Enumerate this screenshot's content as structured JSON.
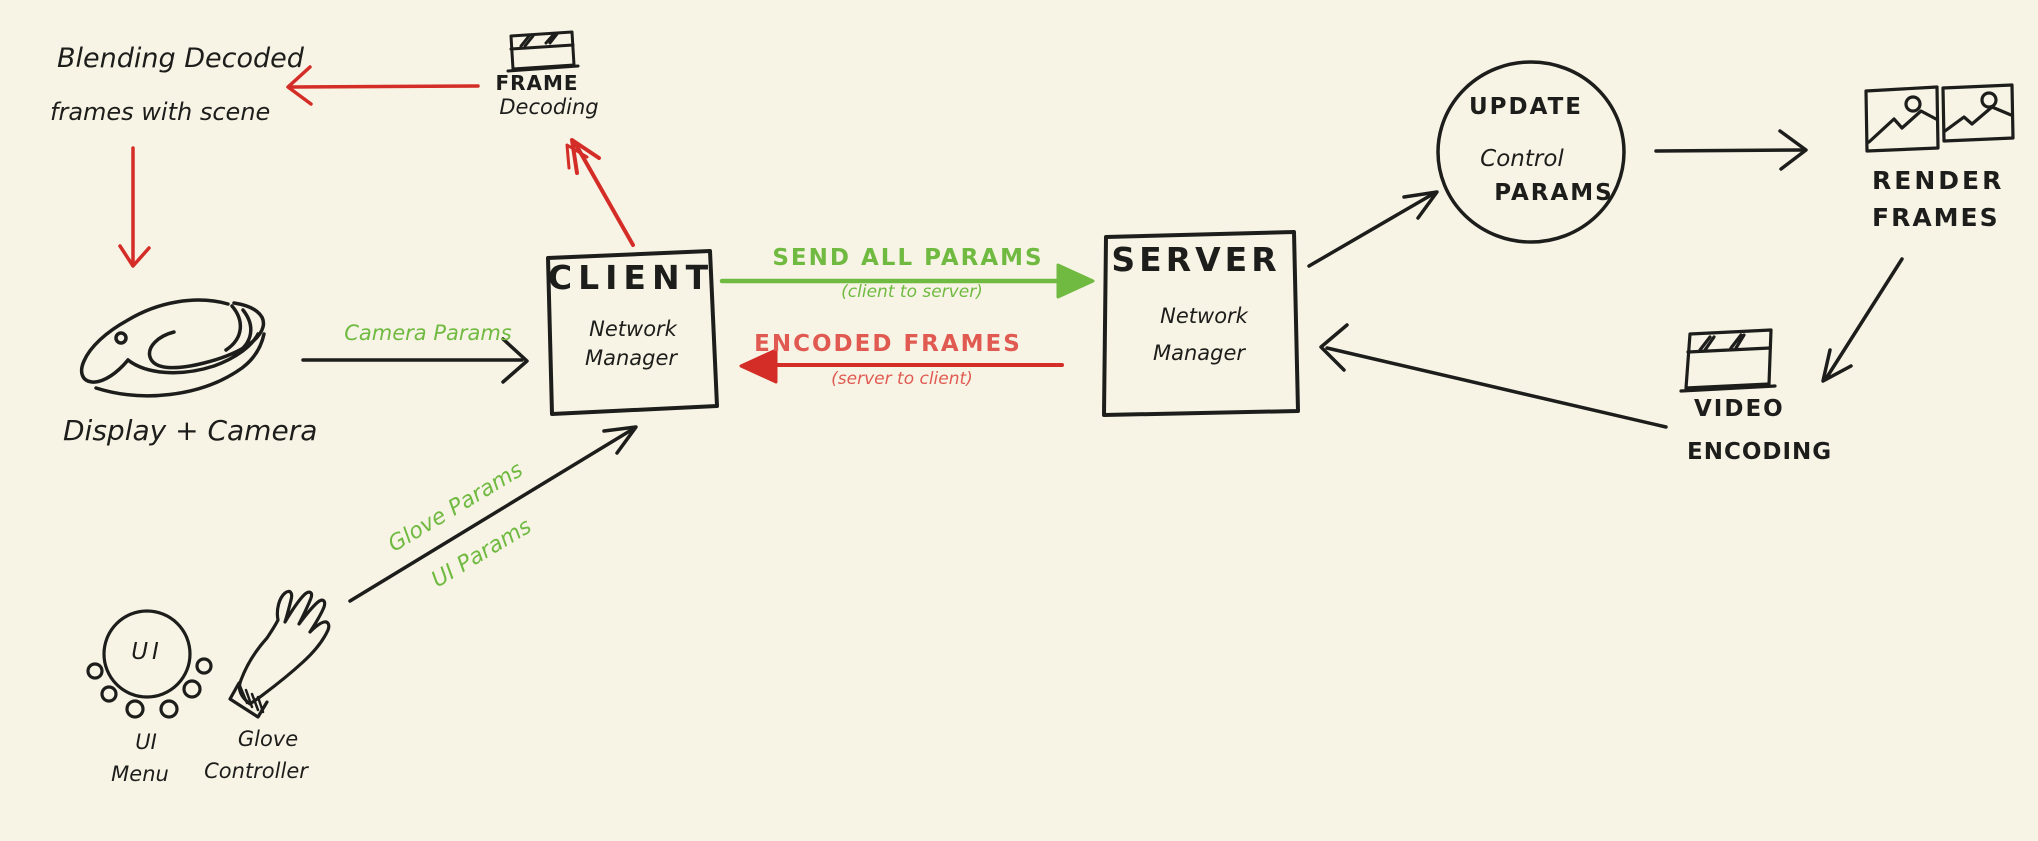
{
  "canvas": {
    "background": "#f7f4e5",
    "ink": "#1d1d1b",
    "red": "#d42d27",
    "red_text": "#e05a52",
    "green": "#70ba41"
  },
  "nodes": {
    "blending": {
      "line1": "Blending Decoded",
      "line2": "frames with scene"
    },
    "frame_decoding": {
      "icon": "clapperboard-icon",
      "line1": "FRAME",
      "line2": "Decoding"
    },
    "display_camera": {
      "icon": "vr-headset-icon",
      "label": "Display + Camera"
    },
    "client": {
      "title": "CLIENT",
      "subtitle1": "Network",
      "subtitle2": "Manager"
    },
    "server": {
      "title": "SERVER",
      "subtitle1": "Network",
      "subtitle2": "Manager"
    },
    "update_control_params": {
      "shape": "circle",
      "line1": "UPDATE",
      "line2": "Control",
      "line3": "PARAMS"
    },
    "render_frames": {
      "icon": "picture-frames-icon",
      "line1": "RENDER",
      "line2": "FRAMES"
    },
    "video_encoding": {
      "icon": "clapperboard-icon",
      "line1": "VIDEO",
      "line2": "ENCODING"
    },
    "ui_menu": {
      "icon": "ui-dial-icon",
      "badge": "UI",
      "line1": "UI",
      "line2": "Menu"
    },
    "glove_controller": {
      "icon": "glove-hand-icon",
      "line1": "Glove",
      "line2": "Controller"
    }
  },
  "edges": {
    "send_all_params": {
      "label": "SEND ALL PARAMS",
      "sublabel": "(client to server)"
    },
    "encoded_frames": {
      "label": "ENCODED FRAMES",
      "sublabel": "(server to client)"
    },
    "camera_params": {
      "label": "Camera Params"
    },
    "glove_params": {
      "label": "Glove Params"
    },
    "ui_params": {
      "label": "UI Params"
    }
  }
}
